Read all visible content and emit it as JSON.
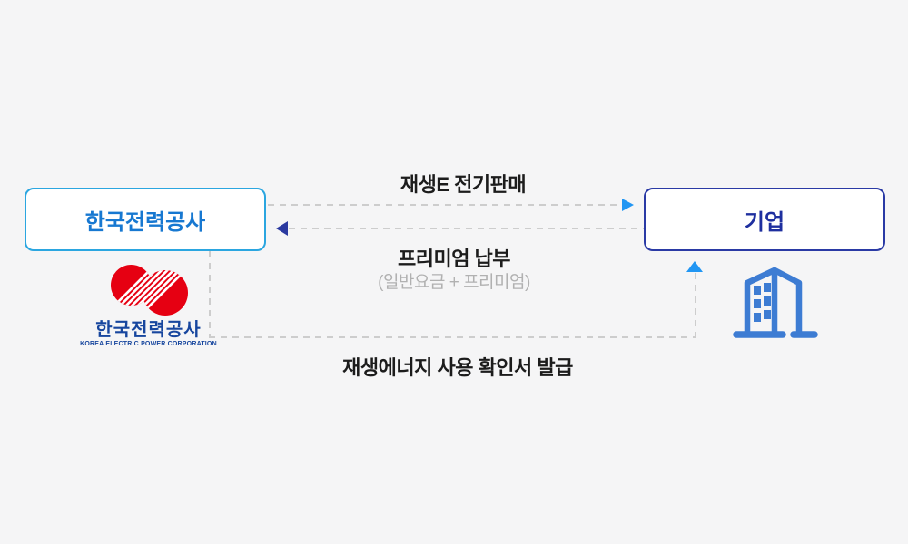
{
  "canvas": {
    "background": "#f5f5f6"
  },
  "diagram": {
    "left_node": {
      "label": "한국전력공사",
      "border_color": "#2ba6e0",
      "text_color": "#1778d1"
    },
    "right_node": {
      "label": "기업",
      "border_color": "#2a3aa5",
      "text_color": "#1e2f9f"
    },
    "flow_top": {
      "label": "재생E 전기판매",
      "from": "한국전력공사",
      "to": "기업",
      "arrow_color": "#2196f3",
      "line_style": "dashed"
    },
    "flow_middle": {
      "label": "프리미엄 납부",
      "sublabel": "(일반요금 + 프리미엄)",
      "from": "기업",
      "to": "한국전력공사",
      "arrow_color": "#2b3aa0",
      "line_style": "dashed"
    },
    "flow_bottom": {
      "label": "재생에너지 사용 확인서 발급",
      "from": "한국전력공사",
      "to": "기업",
      "arrow_color": "#2196f3",
      "line_style": "dashed"
    }
  },
  "kepco_logo": {
    "korean": "한국전력공사",
    "english": "KOREA ELECTRIC POWER CORPORATION",
    "symbol_red": "#e60012",
    "text_blue": "#17469e"
  },
  "building_icon": {
    "name": "building-icon",
    "color": "#3d7cd3"
  }
}
